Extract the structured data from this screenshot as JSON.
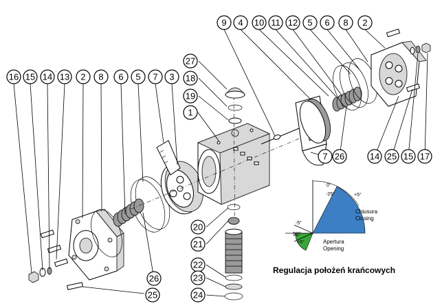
{
  "callouts": [
    "16",
    "15",
    "14",
    "13",
    "2",
    "8",
    "6",
    "5",
    "7",
    "3",
    "27",
    "18",
    "19",
    "1",
    "20",
    "21",
    "22",
    "23",
    "24",
    "26",
    "25",
    "9",
    "4",
    "10",
    "11",
    "12",
    "5",
    "6",
    "8",
    "2",
    "7",
    "26",
    "14",
    "25",
    "15",
    "17"
  ],
  "gauge": {
    "top_zero": "0°",
    "minus25": "-25°",
    "plus5_top": "+5°",
    "closing_label": "Chiusura",
    "closing_label2": "Closing",
    "minus5": "-5°",
    "ninety": "90°",
    "plus5_bottom": "+5°",
    "opening_label": "Apertura",
    "opening_label2": "Opening",
    "closing_color": "#3c7fc4",
    "opening_color": "#3aa63a"
  },
  "caption": "Regulacja położeń krańcowych"
}
